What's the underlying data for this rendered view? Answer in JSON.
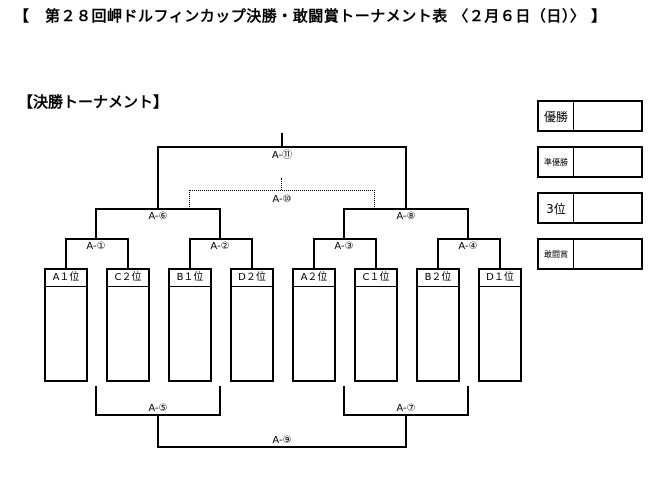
{
  "title": "【　第２８回岬ドルフィンカップ決勝・敢闘賞トーナメント表 〈２月６日（日）〉 】",
  "subtitle": "【決勝トーナメント】",
  "matches": {
    "m1": "A-①",
    "m2": "A-②",
    "m3": "A-③",
    "m4": "A-④",
    "m5": "A-⑤",
    "m6": "A-⑥",
    "m7": "A-⑦",
    "m8": "A-⑧",
    "m9": "A-⑨",
    "m10": "A-⑩",
    "m11": "A-⑪"
  },
  "teams": [
    "A１位",
    "C２位",
    "B１位",
    "D２位",
    "A２位",
    "C１位",
    "B２位",
    "D１位"
  ],
  "results": [
    {
      "label": "優勝",
      "value": ""
    },
    {
      "label": "準優勝",
      "value": ""
    },
    {
      "label": "3位",
      "value": ""
    },
    {
      "label": "敢闘賞",
      "value": ""
    }
  ]
}
